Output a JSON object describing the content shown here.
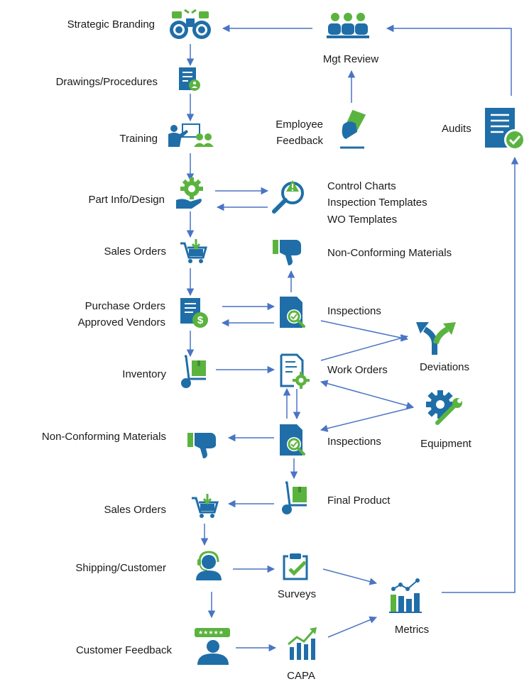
{
  "colors": {
    "blue": "#1f6ea8",
    "green": "#5bb33f",
    "arrow": "#4a74c4"
  },
  "labels": {
    "strategic_branding": "Strategic Branding",
    "drawings_procedures": "Drawings/Procedures",
    "training": "Training",
    "part_info_design": "Part Info/Design",
    "sales_orders_1": "Sales Orders",
    "purchase_orders": "Purchase Orders",
    "approved_vendors": "Approved Vendors",
    "inventory": "Inventory",
    "ncm_left": "Non-Conforming Materials",
    "sales_orders_2": "Sales Orders",
    "shipping_customer": "Shipping/Customer",
    "customer_feedback": "Customer Feedback",
    "mgt_review": "Mgt Review",
    "employee_feedback_1": "Employee",
    "employee_feedback_2": "Feedback",
    "audits": "Audits",
    "control_charts": "Control Charts",
    "inspection_templates": "Inspection Templates",
    "wo_templates": "WO Templates",
    "ncm_top": "Non-Conforming Materials",
    "inspections_1": "Inspections",
    "work_orders": "Work Orders",
    "deviations": "Deviations",
    "inspections_2": "Inspections",
    "equipment": "Equipment",
    "final_product": "Final Product",
    "surveys": "Surveys",
    "metrics": "Metrics",
    "capa": "CAPA"
  },
  "icons": [
    "binoculars-icon",
    "document-people-icon",
    "training-presentation-icon",
    "gear-hand-icon",
    "shopping-cart-icon",
    "invoice-dollar-icon",
    "hand-truck-box-icon",
    "thumbs-down-icon",
    "headset-agent-icon",
    "rating-user-icon",
    "team-icon",
    "hand-vote-icon",
    "audit-checklist-icon",
    "warning-magnifier-icon",
    "inspection-document-icon",
    "work-order-gear-icon",
    "split-arrow-icon",
    "gear-wrench-icon",
    "clipboard-check-icon",
    "bar-chart-icon",
    "trend-up-chart-icon"
  ]
}
